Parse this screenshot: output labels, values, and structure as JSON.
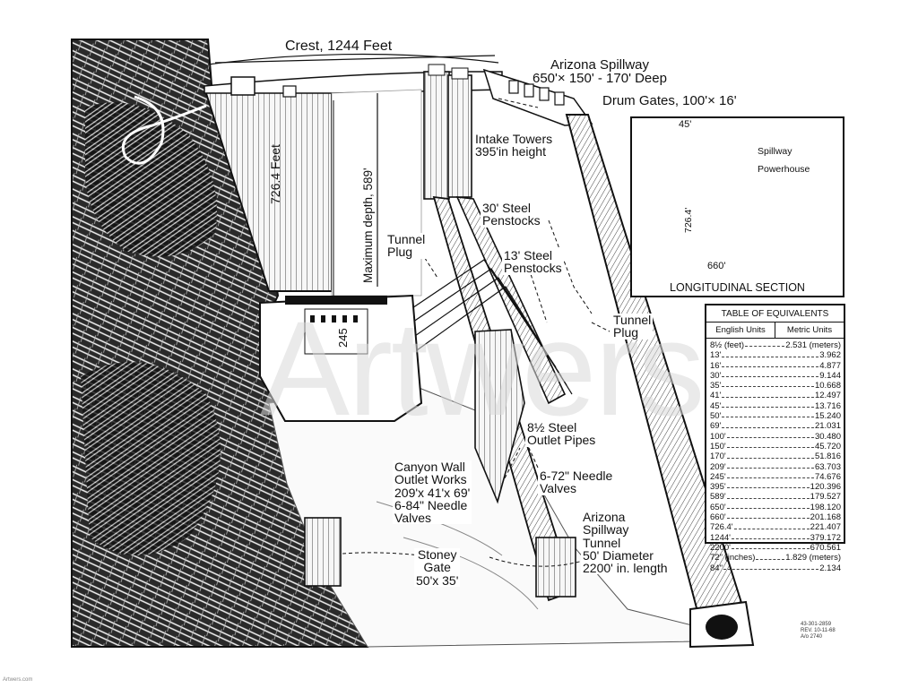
{
  "labels": {
    "crest": "Crest, 1244 Feet",
    "arizona_spillway": [
      "Arizona Spillway",
      "650'× 150' - 170' Deep"
    ],
    "drum_gates": "Drum Gates, 100'× 16'",
    "intake_towers": [
      "Intake Towers",
      "395'in height"
    ],
    "dam_height": "726.4 Feet",
    "max_depth": "Maximum depth, 589'",
    "steel_30": [
      "30' Steel",
      "Penstocks"
    ],
    "tunnel_plug_left": [
      "Tunnel",
      "Plug"
    ],
    "steel_13": [
      "13' Steel",
      "Penstocks"
    ],
    "tunnel_plug_right": [
      "Tunnel",
      "Plug"
    ],
    "depth_245": "245",
    "outlet_pipes": [
      "8½ Steel",
      "Outlet Pipes"
    ],
    "canyon_outlet": [
      "Canyon Wall",
      "Outlet Works",
      "209'x 41'x 69'",
      "6-84\" Needle",
      "Valves"
    ],
    "needle_72": [
      "6-72\" Needle",
      "Valves"
    ],
    "spillway_tunnel": [
      "Arizona",
      "Spillway",
      "Tunnel",
      "50' Diameter",
      "2200' in. length"
    ],
    "stoney_gate": [
      "Stoney",
      "Gate",
      "50'x 35'"
    ]
  },
  "inset": {
    "title": "LONGITUDINAL SECTION",
    "dim_top": "45'",
    "dim_height": "726.4'",
    "dim_base": "660'",
    "spillway": "Spillway",
    "powerhouse": "Powerhouse"
  },
  "table": {
    "title": "TABLE OF EQUIVALENTS",
    "col_english": "English Units",
    "col_metric": "Metric Units",
    "rows": [
      {
        "english": "8½ (feet)",
        "metric": "2.531 (meters)"
      },
      {
        "english": "13'",
        "metric": "3.962"
      },
      {
        "english": "16'",
        "metric": "4.877"
      },
      {
        "english": "30'",
        "metric": "9.144"
      },
      {
        "english": "35'",
        "metric": "10.668"
      },
      {
        "english": "41'",
        "metric": "12.497"
      },
      {
        "english": "45'",
        "metric": "13.716"
      },
      {
        "english": "50'",
        "metric": "15.240"
      },
      {
        "english": "69'",
        "metric": "21.031"
      },
      {
        "english": "100'",
        "metric": "30.480"
      },
      {
        "english": "150'",
        "metric": "45.720"
      },
      {
        "english": "170'",
        "metric": "51.816"
      },
      {
        "english": "209'",
        "metric": "63.703"
      },
      {
        "english": "245'",
        "metric": "74.676"
      },
      {
        "english": "395'",
        "metric": "120.396"
      },
      {
        "english": "589'",
        "metric": "179.527"
      },
      {
        "english": "650'",
        "metric": "198.120"
      },
      {
        "english": "660'",
        "metric": "201.168"
      },
      {
        "english": "726.4'",
        "metric": "221.407"
      },
      {
        "english": "1244'",
        "metric": "379.172"
      },
      {
        "english": "2200'",
        "metric": "670.561"
      },
      {
        "english": "72\" (inches)",
        "metric": "1.829 (meters)"
      },
      {
        "english": "84\"",
        "metric": "2.134"
      }
    ]
  },
  "watermark": "Artwers",
  "footer_left": "Artwers.com",
  "footer_right": [
    "43-301-2859",
    "REV. 10-11-68",
    "A/o 2740"
  ]
}
